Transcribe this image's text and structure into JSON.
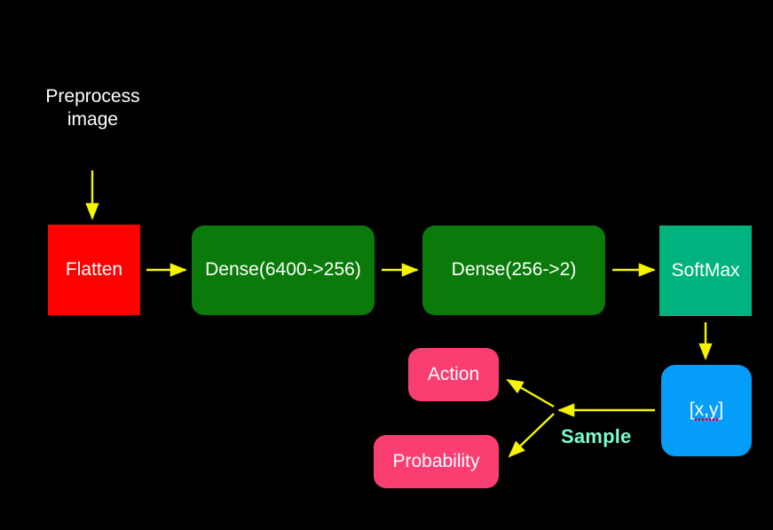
{
  "diagram": {
    "title": "Policy network forward pass diagram",
    "background_color": "#000000",
    "arrow_color": "#f5f500",
    "nodes": [
      {
        "id": "flatten",
        "label": "Flatten",
        "color": "#ff0000",
        "shape": "rect"
      },
      {
        "id": "dense1",
        "label": "Dense(6400->256)",
        "color": "#0a7a0a",
        "shape": "rounded-rect"
      },
      {
        "id": "dense2",
        "label": "Dense(256->2)",
        "color": "#0a7a0a",
        "shape": "rounded-rect"
      },
      {
        "id": "softmax",
        "label": "SoftMax",
        "color": "#00b37e",
        "shape": "rect"
      },
      {
        "id": "xy",
        "label": "[x,y]",
        "color": "#049efa",
        "shape": "rounded-rect"
      },
      {
        "id": "action",
        "label": "Action",
        "color": "#fa3e72",
        "shape": "rounded-rect"
      },
      {
        "id": "probability",
        "label": "Probability",
        "color": "#fa3e72",
        "shape": "rounded-rect"
      }
    ],
    "labels": {
      "preprocess": "Preprocess\nimage",
      "sample": "Sample",
      "sample_color": "#7dfbd0"
    },
    "edges": [
      {
        "from": "preprocess",
        "to": "flatten",
        "direction": "down"
      },
      {
        "from": "flatten",
        "to": "dense1",
        "direction": "right"
      },
      {
        "from": "dense1",
        "to": "dense2",
        "direction": "right"
      },
      {
        "from": "dense2",
        "to": "softmax",
        "direction": "right"
      },
      {
        "from": "softmax",
        "to": "xy",
        "direction": "down"
      },
      {
        "from": "xy",
        "to": "sample-junction",
        "direction": "left"
      },
      {
        "from": "sample-junction",
        "to": "action",
        "direction": "up-left"
      },
      {
        "from": "sample-junction",
        "to": "probability",
        "direction": "down-left"
      }
    ]
  }
}
